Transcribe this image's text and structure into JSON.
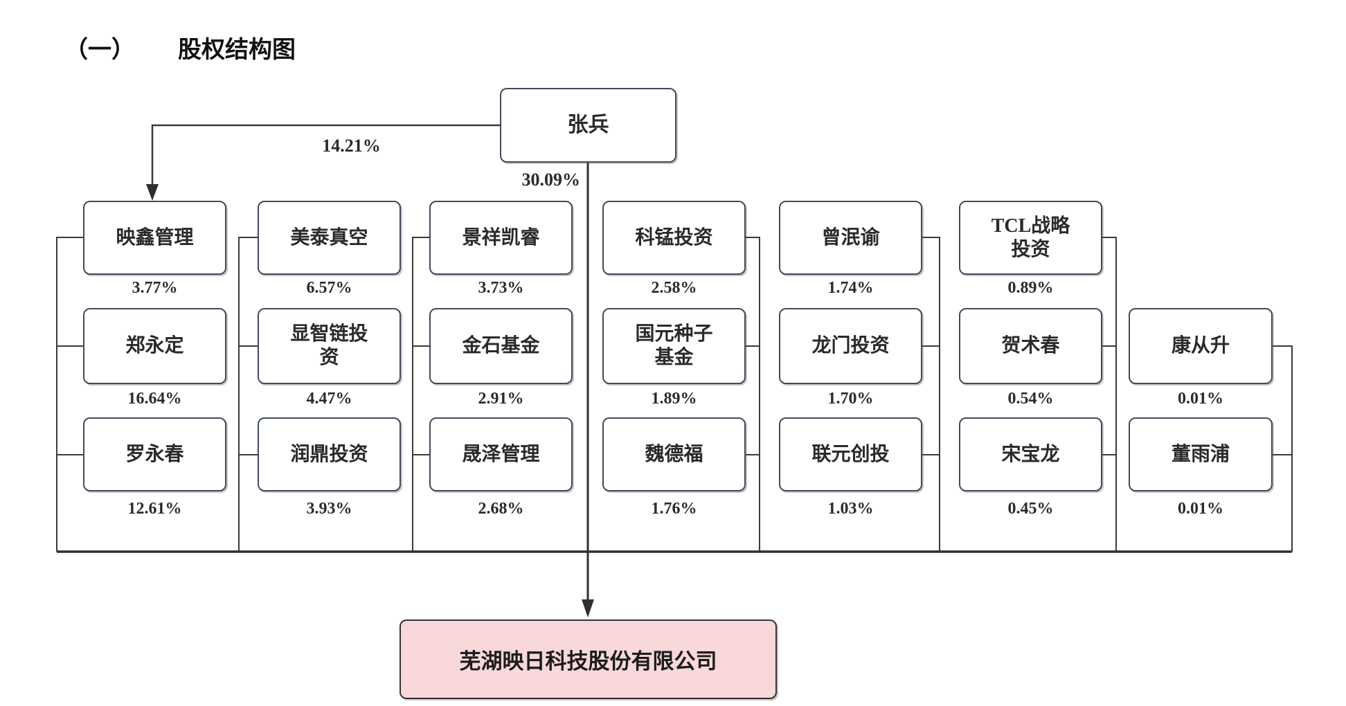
{
  "title": {
    "index": "（一）",
    "text": "股权结构图"
  },
  "root": {
    "name": "张兵"
  },
  "edges": {
    "left_pct": "14.21%",
    "down_pct": "30.09%"
  },
  "company": {
    "name": "芜湖映日科技股份有限公司",
    "fill": "#f8d8d8"
  },
  "colors": {
    "line": "#3a3a3a",
    "box_border": "#3f4a5a",
    "company_fill": "#f8d8d8"
  },
  "columns": [
    {
      "bracket_side": "left",
      "rows": [
        {
          "name": "映鑫管理",
          "pct": "3.77%"
        },
        {
          "name": "郑永定",
          "pct": "16.64%"
        },
        {
          "name": "罗永春",
          "pct": "12.61%"
        }
      ]
    },
    {
      "bracket_side": "left",
      "rows": [
        {
          "name": "美泰真空",
          "pct": "6.57%"
        },
        {
          "name": "显智链投\n资",
          "pct": "4.47%"
        },
        {
          "name": "润鼎投资",
          "pct": "3.93%"
        }
      ]
    },
    {
      "bracket_side": "left",
      "rows": [
        {
          "name": "景祥凯睿",
          "pct": "3.73%"
        },
        {
          "name": "金石基金",
          "pct": "2.91%"
        },
        {
          "name": "晟泽管理",
          "pct": "2.68%"
        }
      ]
    },
    {
      "bracket_side": "right",
      "rows": [
        {
          "name": "科锰投资",
          "pct": "2.58%"
        },
        {
          "name": "国元种子\n基金",
          "pct": "1.89%"
        },
        {
          "name": "魏德福",
          "pct": "1.76%"
        }
      ]
    },
    {
      "bracket_side": "right",
      "rows": [
        {
          "name": "曾泯谕",
          "pct": "1.74%"
        },
        {
          "name": "龙门投资",
          "pct": "1.70%"
        },
        {
          "name": "联元创投",
          "pct": "1.03%"
        }
      ]
    },
    {
      "bracket_side": "right",
      "rows": [
        {
          "name": "TCL战略\n投资",
          "pct": "0.89%"
        },
        {
          "name": "贺术春",
          "pct": "0.54%"
        },
        {
          "name": "宋宝龙",
          "pct": "0.45%"
        }
      ]
    },
    {
      "bracket_side": "right",
      "rows": [
        {
          "name": "康从升",
          "pct": "0.01%"
        },
        {
          "name": "董雨浦",
          "pct": "0.01%"
        }
      ]
    }
  ]
}
